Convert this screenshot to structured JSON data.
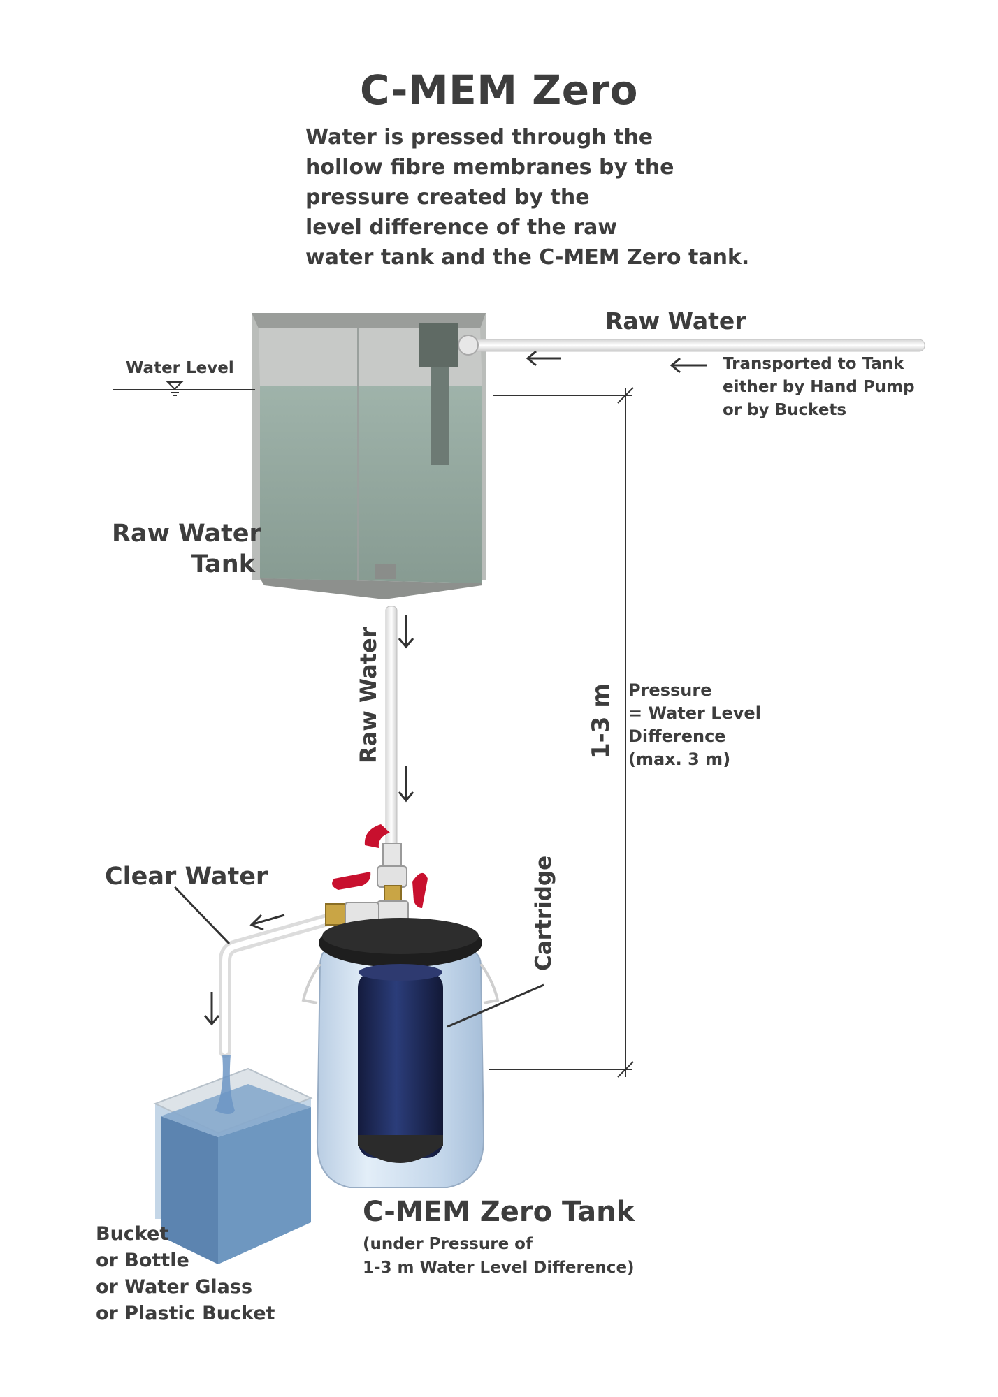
{
  "title": "C-MEM Zero",
  "intro_lines": [
    "Water is pressed through the",
    "hollow fibre membranes by the",
    "pressure created by the",
    "level difference of the raw",
    "water tank and the C-MEM Zero tank."
  ],
  "labels": {
    "raw_water_top": "Raw Water",
    "transport_lines": [
      "Transported to Tank",
      "either by Hand Pump",
      "or by Buckets"
    ],
    "water_level": "Water Level",
    "raw_water_tank_lines": [
      "Raw Water",
      "Tank"
    ],
    "raw_water_pipe": "Raw Water",
    "height": "1-3 m",
    "pressure_lines": [
      "Pressure",
      "= Water Level",
      "Difference",
      "(max. 3 m)"
    ],
    "clear_water": "Clear Water",
    "cartridge": "Cartridge",
    "cmem_tank": "C-MEM Zero Tank",
    "under_pressure_lines": [
      "(under Pressure of",
      "1-3 m Water Level Difference)"
    ],
    "bucket_lines": [
      "Bucket",
      "or Bottle",
      "or Water Glass",
      "or Plastic Bucket"
    ]
  },
  "colors": {
    "text": "#3d3d3d",
    "tank_grey": "#a9aca9",
    "raw_water": "#8fa89f",
    "barrel": "#c9dcef",
    "cartridge": "#1f2a5a",
    "valve_red": "#c8102e",
    "clear_water": "#5b86b3"
  }
}
